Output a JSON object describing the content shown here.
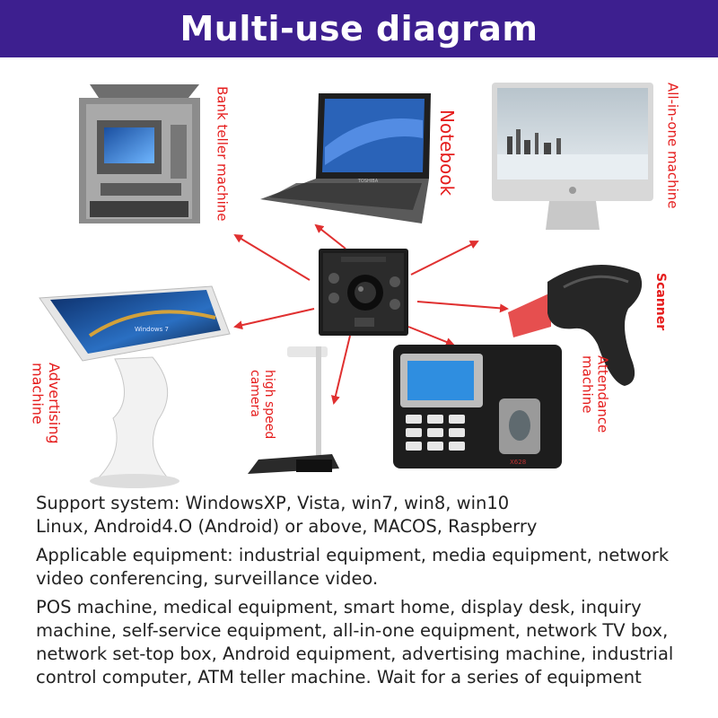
{
  "header": {
    "title": "Multi-use diagram"
  },
  "labels": {
    "bank": "Bank teller machine",
    "notebook": "Notebook",
    "allinone": "All-in-one machine",
    "scanner": "Scanner",
    "attendance_1": "Attendance",
    "attendance_2": "machine",
    "advertising_1": "Advertising",
    "advertising_2": "machine",
    "camera_1": "high speed",
    "camera_2": "camera"
  },
  "device_text": {
    "laptop_brand": "TOSHIBA",
    "monitor_apple": "",
    "ad_screen": "Windows 7",
    "attendance_brand": "X628"
  },
  "text": {
    "support_1": "Support system: WindowsXP, Vista, win7, win8, win10",
    "support_2": "Linux, Android4.O (Android) or above, MACOS, Raspberry",
    "applicable_1": "Applicable equipment: industrial equipment, media equipment, network",
    "applicable_2": "video conferencing, surveillance video.",
    "pos_1": "POS machine, medical equipment, smart home, display desk, inquiry",
    "pos_2": "machine, self-service equipment, all-in-one equipment, network TV box,",
    "pos_3": "network set-top box, Android equipment, advertising machine, industrial",
    "pos_4": "control computer, ATM teller machine. Wait for a series of equipment"
  },
  "colors": {
    "header": "#3d1f8f",
    "label": "#e51c1c",
    "arrow": "#e03030"
  }
}
